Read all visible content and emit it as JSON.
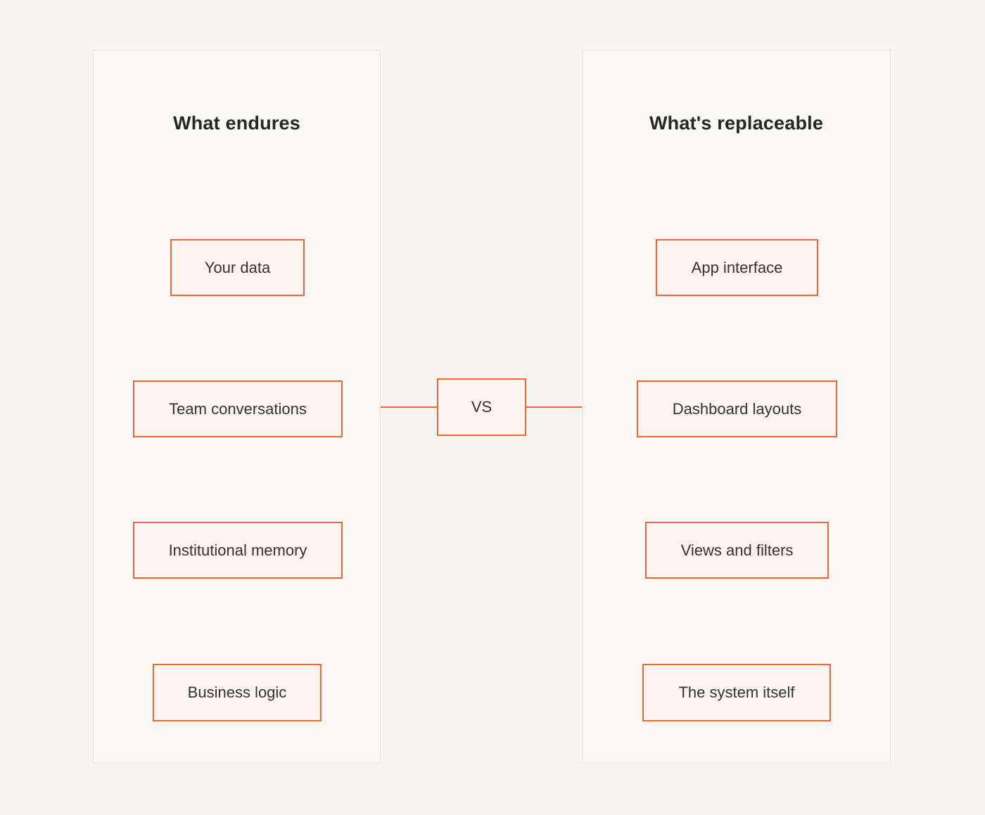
{
  "diagram": {
    "vs": {
      "label": "VS"
    },
    "left_panel": {
      "title": "What endures",
      "nodes": [
        {
          "label": "Your data"
        },
        {
          "label": "Team conversations"
        },
        {
          "label": "Institutional memory"
        },
        {
          "label": "Business logic"
        }
      ]
    },
    "right_panel": {
      "title": "What's replaceable",
      "nodes": [
        {
          "label": "App interface"
        },
        {
          "label": "Dashboard layouts"
        },
        {
          "label": "Views and filters"
        },
        {
          "label": "The system itself"
        }
      ]
    }
  },
  "colors": {
    "background": "#F7F5F1",
    "panel_background": "#F9F8F4",
    "panel_border": "#E7E4DE",
    "accent": "#EE6537",
    "node_fill": "#FDF3EF",
    "text": "#333333",
    "title_text": "#262626"
  }
}
